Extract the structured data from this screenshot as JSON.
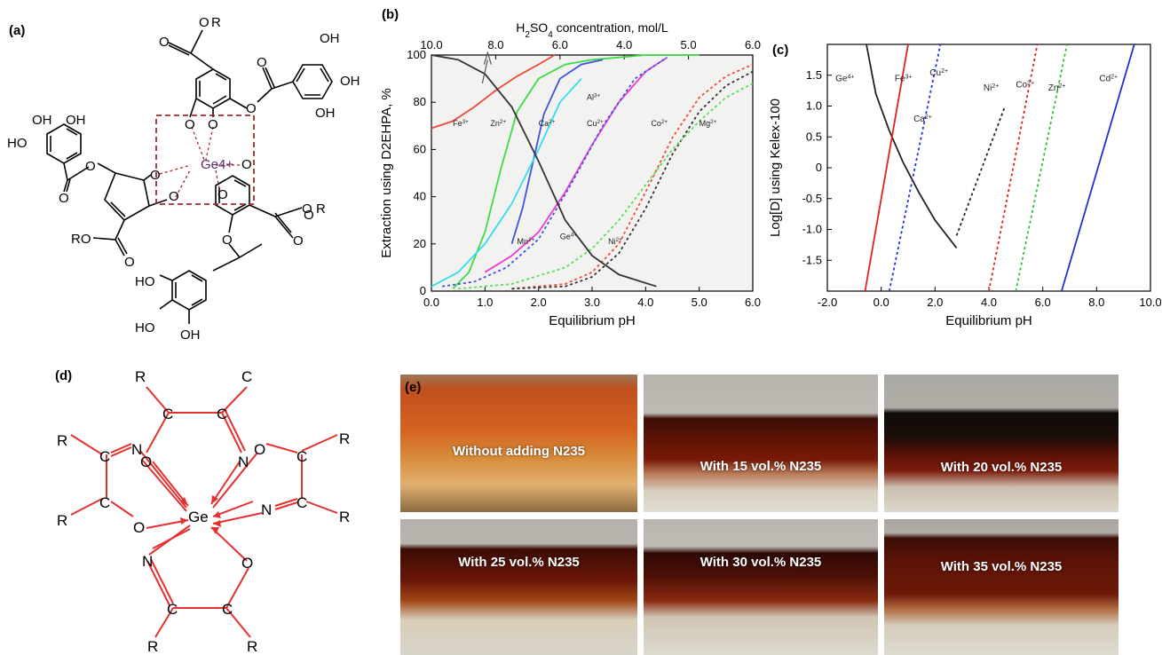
{
  "labels": {
    "a": "(a)",
    "b": "(b)",
    "c": "(c)",
    "d": "(d)",
    "e": "(e)"
  },
  "panel_a": {
    "center": "Ge4+",
    "atoms": {
      "o": "O",
      "oh": "OH",
      "ho": "HO",
      "r": "R",
      "ro": "RO"
    }
  },
  "panel_d": {
    "center": "Ge",
    "atoms": {
      "c": "C",
      "n": "N",
      "o": "O",
      "r": "R"
    }
  },
  "chart_data": [
    {
      "type": "line",
      "ylabel": "Extraction using D2EHPA, %",
      "xlabel": "Equilibrium pH",
      "x2label": "H2SO4 concentration, mol/L",
      "xlim": [
        0,
        6
      ],
      "ylim": [
        0,
        100
      ],
      "xticks": [
        "0.0",
        "1.0",
        "2.0",
        "3.0",
        "4.0",
        "5.0",
        "6.0"
      ],
      "yticks": [
        "0",
        "20",
        "40",
        "60",
        "80",
        "100"
      ],
      "x2ticks": [
        "10.0",
        "8.0",
        "6.0",
        "4.0",
        "5.0",
        "6.0"
      ],
      "series": [
        {
          "name": "Fe3+",
          "color": "#f04a3a",
          "dash": false,
          "x": [
            0.0,
            0.4,
            0.8,
            1.2,
            1.6,
            2.0,
            2.3
          ],
          "y": [
            69,
            72,
            78,
            85,
            91,
            96,
            100
          ]
        },
        {
          "name": "Zn2+",
          "color": "#3ddb47",
          "dash": false,
          "x": [
            0.4,
            0.7,
            1.0,
            1.3,
            1.6,
            2.0,
            2.5,
            3.0,
            3.5,
            4.0,
            5.0
          ],
          "y": [
            1,
            8,
            25,
            52,
            76,
            90,
            96,
            98,
            99,
            100,
            100
          ]
        },
        {
          "name": "Ca2+",
          "color": "#3f52e0",
          "dash": false,
          "x": [
            1.5,
            1.7,
            1.9,
            2.1,
            2.4,
            2.8,
            3.2
          ],
          "y": [
            20,
            35,
            55,
            75,
            90,
            96,
            98
          ]
        },
        {
          "name": "Al3+",
          "color": "#33ddf0",
          "dash": false,
          "x": [
            0.0,
            0.5,
            1.0,
            1.5,
            2.0,
            2.4,
            2.8
          ],
          "y": [
            2,
            8,
            20,
            37,
            60,
            80,
            90
          ]
        },
        {
          "name": "Cu2+",
          "color": "#f03ad8",
          "dash": false,
          "x": [
            1.0,
            1.5,
            2.0,
            2.5,
            3.0,
            3.5,
            4.0,
            4.4
          ],
          "y": [
            8,
            15,
            25,
            42,
            62,
            80,
            93,
            99
          ]
        },
        {
          "name": "Mn2+",
          "color": "#3f52e0",
          "dash": true,
          "x": [
            0.2,
            0.8,
            1.4,
            2.0,
            2.6,
            3.2,
            3.8,
            4.4
          ],
          "y": [
            2,
            4,
            10,
            22,
            45,
            70,
            90,
            99
          ]
        },
        {
          "name": "Co2+",
          "color": "#f04a3a",
          "dash": true,
          "x": [
            1.5,
            2.5,
            3.0,
            3.5,
            4.0,
            4.5,
            5.0,
            5.5,
            6.0
          ],
          "y": [
            1,
            3,
            8,
            20,
            42,
            65,
            82,
            91,
            96
          ]
        },
        {
          "name": "Ni2+",
          "color": "#333333",
          "dash": true,
          "x": [
            1.5,
            2.5,
            3.0,
            3.5,
            4.0,
            4.5,
            5.0,
            5.5,
            6.0
          ],
          "y": [
            1,
            2,
            6,
            16,
            35,
            58,
            76,
            87,
            93
          ]
        },
        {
          "name": "Mg2+",
          "color": "#55dd55",
          "dash": true,
          "x": [
            0.5,
            1.5,
            2.5,
            3.0,
            3.5,
            4.0,
            4.5,
            5.0,
            5.5,
            6.0
          ],
          "y": [
            1,
            3,
            10,
            18,
            30,
            45,
            60,
            72,
            82,
            88
          ]
        },
        {
          "name": "Ge4+",
          "color": "#333333",
          "dash": false,
          "x": [
            0.0,
            0.5,
            1.0,
            1.5,
            2.0,
            2.5,
            3.0,
            3.5,
            4.2
          ],
          "y": [
            100,
            98,
            92,
            78,
            55,
            30,
            15,
            7,
            2
          ]
        }
      ]
    },
    {
      "type": "line",
      "ylabel": "Log[D] using Kelex-100",
      "xlabel": "Equilibrium pH",
      "xlim": [
        -2,
        10
      ],
      "ylim": [
        -2,
        2
      ],
      "xticks": [
        "-2.0",
        "0.0",
        "2.0",
        "4.0",
        "6.0",
        "8.0",
        "10.0"
      ],
      "yticks": [
        "-1.5",
        "-1.0",
        "-0.5",
        "0",
        "0.5",
        "1.0",
        "1.5"
      ],
      "series": [
        {
          "name": "Ge4+",
          "color": "#222222",
          "dash": false,
          "x": [
            -0.55,
            -0.2,
            0.3,
            0.8,
            1.4,
            2.0,
            2.8
          ],
          "y": [
            2.0,
            1.2,
            0.6,
            0.1,
            -0.4,
            -0.85,
            -1.3
          ]
        },
        {
          "name": "Fe3+",
          "color": "#e02020",
          "dash": false,
          "x": [
            -0.6,
            1.0
          ],
          "y": [
            -2.0,
            2.0
          ]
        },
        {
          "name": "Cu2+",
          "color": "#2030e0",
          "dash": true,
          "x": [
            0.3,
            2.2
          ],
          "y": [
            -2.0,
            2.0
          ]
        },
        {
          "name": "Ni2+",
          "color": "#222222",
          "dash": true,
          "x": [
            2.8,
            4.6
          ],
          "y": [
            -1.1,
            1.0
          ]
        },
        {
          "name": "Co2+",
          "color": "#e02020",
          "dash": true,
          "x": [
            4.0,
            5.8
          ],
          "y": [
            -2.0,
            2.0
          ]
        },
        {
          "name": "Zn2+",
          "color": "#30c030",
          "dash": true,
          "x": [
            5.0,
            6.9
          ],
          "y": [
            -2.0,
            2.0
          ]
        },
        {
          "name": "Cd2+",
          "color": "#2030d0",
          "dash": false,
          "x": [
            6.7,
            9.4
          ],
          "y": [
            -2.0,
            2.0
          ]
        }
      ],
      "annotations": [
        "Ca2+"
      ]
    }
  ],
  "photos": [
    {
      "caption": "Without adding N235"
    },
    {
      "caption": "With 15 vol.% N235"
    },
    {
      "caption": "With 20 vol.% N235"
    },
    {
      "caption": "With 25 vol.% N235"
    },
    {
      "caption": "With 30 vol.% N235"
    },
    {
      "caption": "With 35 vol.% N235"
    }
  ]
}
